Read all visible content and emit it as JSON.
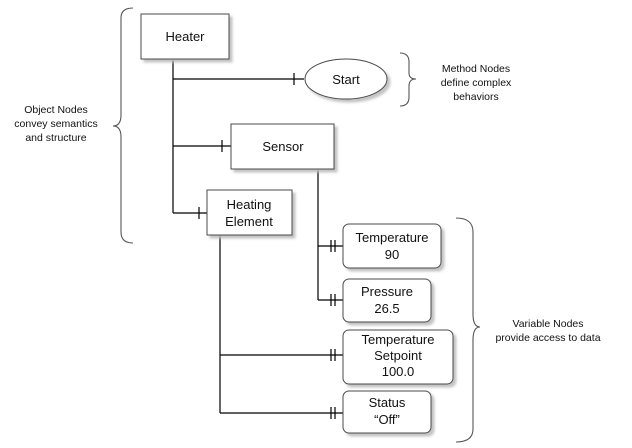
{
  "nodes": {
    "heater": "Heater",
    "start": "Start",
    "sensor": "Sensor",
    "heating_element": [
      "Heating",
      "Element"
    ],
    "temperature": [
      "Temperature",
      "90"
    ],
    "pressure": [
      "Pressure",
      "26.5"
    ],
    "temperature_setpoint": [
      "Temperature",
      "Setpoint",
      "100.0"
    ],
    "status": [
      "Status",
      "“Off”"
    ]
  },
  "annotations": {
    "object_nodes": [
      "Object Nodes",
      "convey semantics",
      "and structure"
    ],
    "method_nodes": [
      "Method Nodes",
      "define complex",
      "behaviors"
    ],
    "variable_nodes": [
      "Variable Nodes",
      "provide access to data"
    ]
  },
  "colors": {
    "box_stroke": "#4a4a4a",
    "shadow": "#c8c8c8",
    "line": "#000000",
    "brace": "#555555"
  }
}
